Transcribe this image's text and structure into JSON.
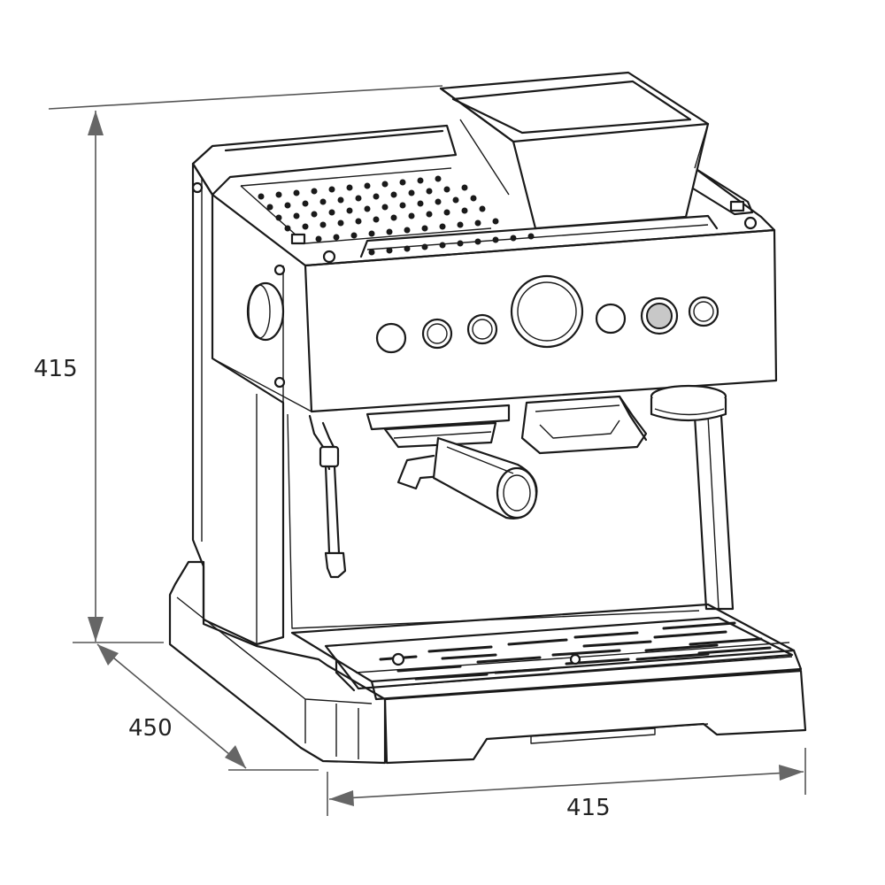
{
  "dimensions": {
    "height": "415",
    "depth": "450",
    "width": "415"
  },
  "colors": {
    "line": "#1a1a1a",
    "dimension_line": "#555555",
    "knob_fill": "#c8c8c8",
    "background": "#ffffff"
  }
}
